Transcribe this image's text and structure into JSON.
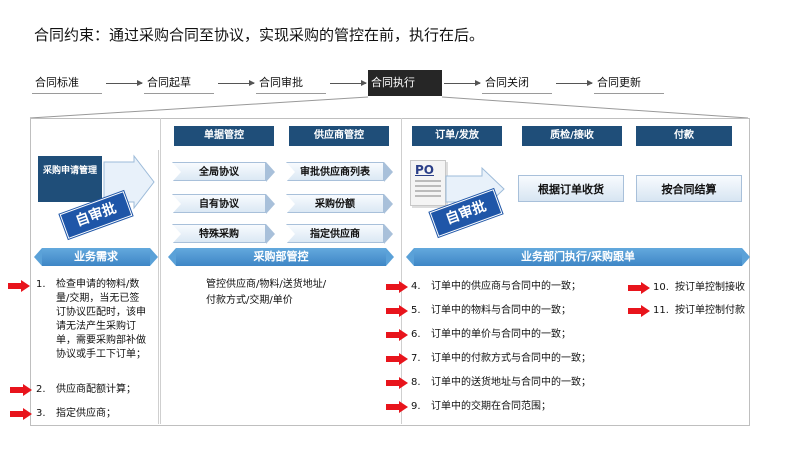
{
  "title": "合同约束：通过采购合同至协议，实现采购的管控在前，执行在后。",
  "flow": [
    "合同标准",
    "合同起草",
    "合同审批",
    "合同执行",
    "合同关闭",
    "合同更新"
  ],
  "headers": [
    "单据管控",
    "供应商管控",
    "订单/发放",
    "质检/接收",
    "付款"
  ],
  "purchase_request": "采购申请管理",
  "stamp": "自审批",
  "left_pills": [
    "全局协议",
    "自有协议",
    "特殊采购"
  ],
  "right_pills": [
    "审批供应商列表",
    "采购份额",
    "指定供应商"
  ],
  "po_label": "PO",
  "exec_pills": [
    "根据订单收货",
    "按合同结算"
  ],
  "bands": [
    "业务需求",
    "采购部管控",
    "业务部门执行/采购跟单"
  ],
  "left_items": [
    {
      "num": "1.",
      "lines": [
        "检查申请的物料/数",
        "量/交期，当无已签",
        "订协议匹配时，该申",
        "请无法产生采购订",
        "单，需要采购部补做",
        "协议或手工下订单；"
      ]
    },
    {
      "num": "2.",
      "lines": [
        "供应商配额计算；"
      ]
    },
    {
      "num": "3.",
      "lines": [
        "指定供应商；"
      ]
    }
  ],
  "mid_text": [
    "管控供应商/物料/送货地址/",
    "付款方式/交期/单价"
  ],
  "center_items": [
    {
      "num": "4.",
      "text": "订单中的供应商与合同中的一致；"
    },
    {
      "num": "5.",
      "text": "订单中的物料与合同中的一致；"
    },
    {
      "num": "6.",
      "text": "订单中的单价与合同中的一致；"
    },
    {
      "num": "7.",
      "text": "订单中的付款方式与合同中的一致；"
    },
    {
      "num": "8.",
      "text": "订单中的送货地址与合同中的一致；"
    },
    {
      "num": "9.",
      "text": "订单中的交期在合同范围；"
    }
  ],
  "right_items": [
    {
      "num": "10.",
      "text": "按订单控制接收"
    },
    {
      "num": "11.",
      "text": "按订单控制付款"
    }
  ],
  "colors": {
    "header": "#1f4e79",
    "stamp": "#1f56a8",
    "band": "#4a93cf",
    "arrow": "#e8141c",
    "active_stage": "#262626"
  }
}
